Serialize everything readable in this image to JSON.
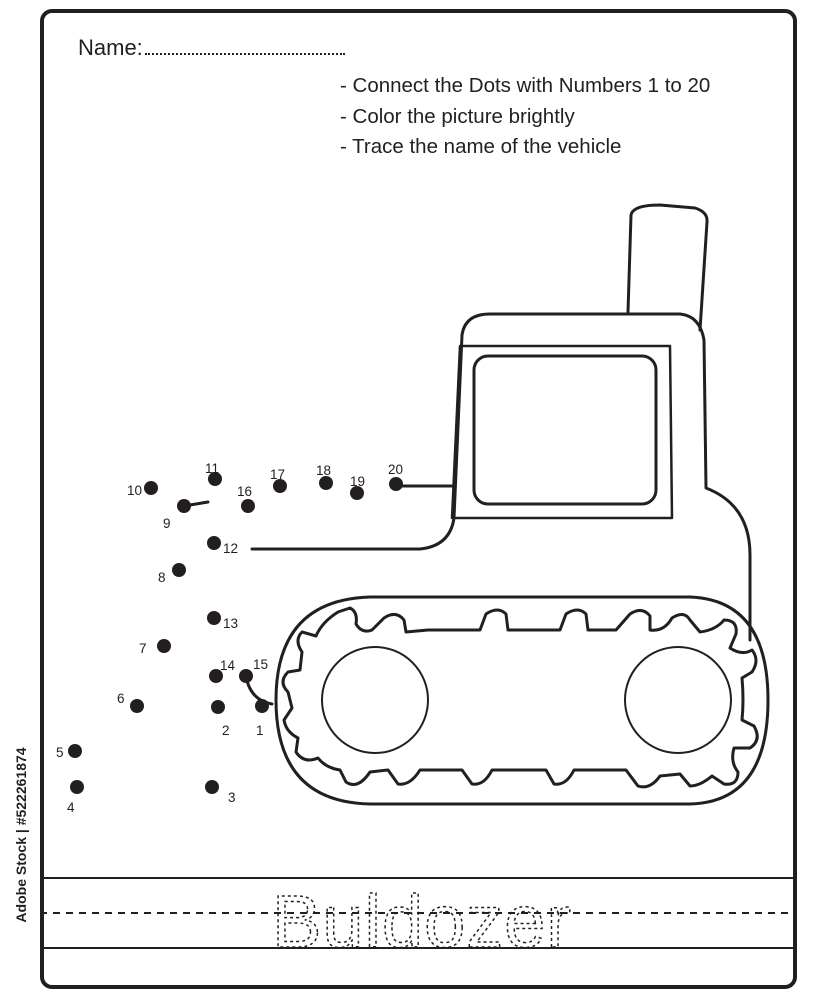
{
  "worksheet": {
    "name_label": "Name:",
    "instructions": [
      "- Connect the Dots with Numbers 1 to 20",
      "- Color the picture brightly",
      "- Trace the name of the vehicle"
    ],
    "trace_word": "Buldozer",
    "side_id": "Adobe Stock | #522261874"
  },
  "dots": [
    {
      "n": "1"
    },
    {
      "n": "2"
    },
    {
      "n": "3"
    },
    {
      "n": "4"
    },
    {
      "n": "5"
    },
    {
      "n": "6"
    },
    {
      "n": "7"
    },
    {
      "n": "8"
    },
    {
      "n": "9"
    },
    {
      "n": "10"
    },
    {
      "n": "11"
    },
    {
      "n": "12"
    },
    {
      "n": "13"
    },
    {
      "n": "14"
    },
    {
      "n": "15"
    },
    {
      "n": "16"
    },
    {
      "n": "17"
    },
    {
      "n": "18"
    },
    {
      "n": "19"
    },
    {
      "n": "20"
    }
  ],
  "colors": {
    "ink": "#231f20",
    "paper": "#ffffff"
  }
}
